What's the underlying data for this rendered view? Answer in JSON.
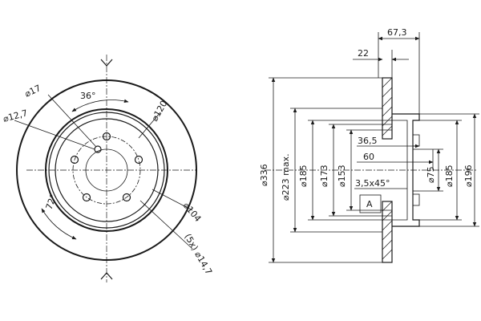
{
  "front_view": {
    "labels": {
      "hole_dia": "⌀17",
      "pitch_angle": "36°",
      "pin_dia": "⌀12,7",
      "pcd": "⌀120",
      "bolt_angle": "72°",
      "hub_circle": "⌀104",
      "bolt_holes": "(5x) ⌀14,7"
    }
  },
  "side_view": {
    "labels": {
      "total_width": "67,3",
      "disc_thickness": "22",
      "outer_dia": "⌀336",
      "friction_dia": "⌀223 max.",
      "dia_185_left": "⌀185",
      "dia_173": "⌀173",
      "dia_153": "⌀153",
      "depth_36": "36,5",
      "depth_60": "60",
      "chamfer": "3,5x45°",
      "section_mark": "A",
      "center_bore": "⌀75",
      "dia_185_right": "⌀185",
      "dia_196": "⌀196"
    }
  }
}
